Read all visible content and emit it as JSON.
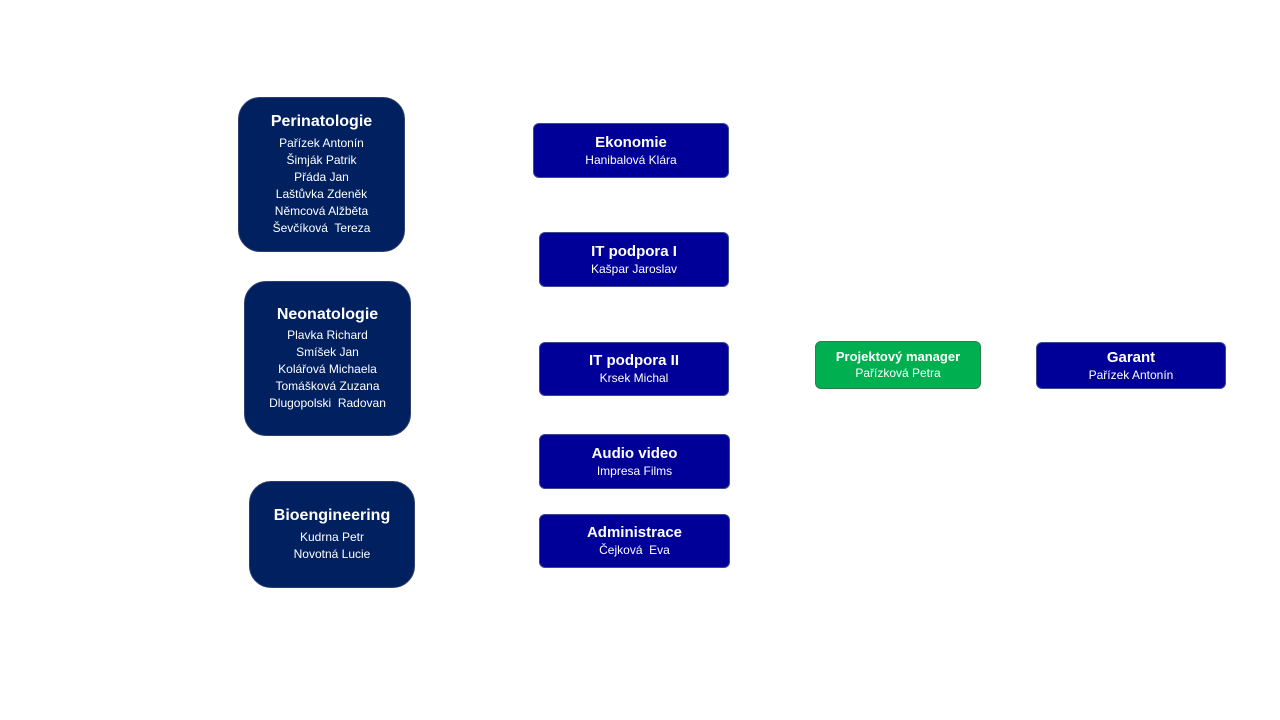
{
  "teams": [
    {
      "title": "Perinatologie",
      "members": [
        "Pařízek Antonín",
        "Šimják Patrik",
        "Přáda Jan",
        "Laštůvka Zdeněk",
        "Němcová Alžběta",
        "Ševčíková  Tereza"
      ]
    },
    {
      "title": "Neonatologie",
      "members": [
        "Plavka Richard",
        "Smíšek Jan",
        "Kolářová Michaela",
        "Tomášková Zuzana",
        "Dlugopolski  Radovan"
      ]
    },
    {
      "title": "Bioengineering",
      "members": [
        "Kudrna Petr",
        "Novotná Lucie"
      ]
    }
  ],
  "support": [
    {
      "title": "Ekonomie",
      "person": "Hanibalová Klára"
    },
    {
      "title": "IT podpora I",
      "person": "Kašpar Jaroslav"
    },
    {
      "title": "IT podpora II",
      "person": "Krsek Michal"
    },
    {
      "title": "Audio video",
      "person": "Impresa Films"
    },
    {
      "title": "Administrace",
      "person": "Čejková  Eva"
    }
  ],
  "project_manager": {
    "title": "Projektový manager",
    "person": "Pařízková Petra"
  },
  "garant": {
    "title": "Garant",
    "person": "Pařízek Antonín"
  },
  "colors": {
    "team_fill": "#002060",
    "role_fill": "#000099",
    "manager_fill": "#00b050",
    "text": "#ffffff"
  }
}
